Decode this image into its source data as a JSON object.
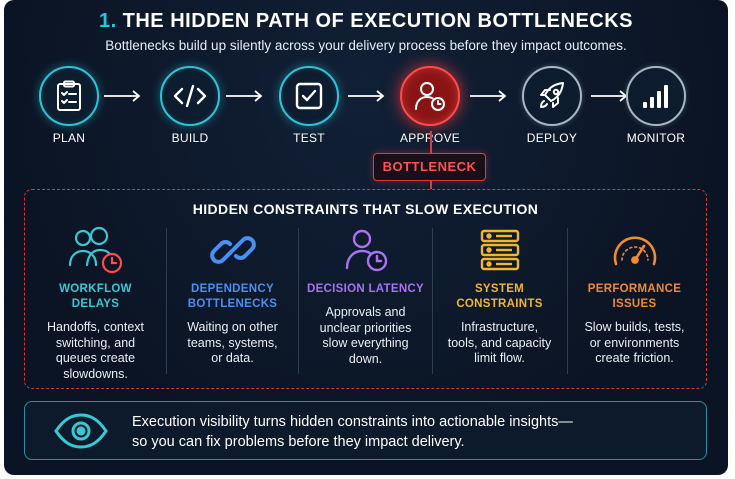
{
  "header": {
    "number": "1.",
    "title": "THE HIDDEN PATH OF EXECUTION BOTTLENECKS",
    "subtitle": "Bottlenecks build up silently across your delivery process before they impact outcomes."
  },
  "pipeline": {
    "steps": [
      {
        "label": "PLAN",
        "icon": "clipboard-checklist-icon"
      },
      {
        "label": "BUILD",
        "icon": "code-brackets-icon"
      },
      {
        "label": "TEST",
        "icon": "checkbox-icon"
      },
      {
        "label": "APPROVE",
        "icon": "person-clock-icon",
        "status": "bottleneck"
      },
      {
        "label": "DEPLOY",
        "icon": "rocket-icon"
      },
      {
        "label": "MONITOR",
        "icon": "bar-chart-icon"
      }
    ],
    "bottleneck_label": "BOTTLENECK"
  },
  "constraints": {
    "title": "HIDDEN CONSTRAINTS THAT SLOW EXECUTION",
    "items": [
      {
        "title_line1": "WORKFLOW",
        "title_line2": "DELAYS",
        "color": "#37c9d3",
        "icon": "team-clock-icon",
        "desc": [
          "Handoffs, context",
          "switching, and",
          "queues create",
          "slowdowns."
        ]
      },
      {
        "title_line1": "DEPENDENCY",
        "title_line2": "BOTTLENECKS",
        "color": "#4a8ff2",
        "icon": "chain-link-icon",
        "desc": [
          "Waiting on other",
          "teams, systems,",
          "or data."
        ]
      },
      {
        "title_line1": "DECISION LATENCY",
        "title_line2": "",
        "color": "#a873f2",
        "icon": "person-clock-icon",
        "desc": [
          "Approvals and",
          "unclear priorities",
          "slow everything",
          "down."
        ]
      },
      {
        "title_line1": "SYSTEM",
        "title_line2": "CONSTRAINTS",
        "color": "#f1b62f",
        "icon": "server-stack-icon",
        "desc": [
          "Infrastructure,",
          "tools, and capacity",
          "limit flow."
        ]
      },
      {
        "title_line1": "PERFORMANCE",
        "title_line2": "ISSUES",
        "color": "#f28a2e",
        "icon": "speedometer-icon",
        "desc": [
          "Slow builds, tests,",
          "or environments",
          "create friction."
        ]
      }
    ]
  },
  "footer": {
    "icon": "eye-icon",
    "line1": "Execution visibility turns hidden constraints into actionable insights—",
    "line2": "so you can fix problems before they impact delivery."
  },
  "colors": {
    "background": "#0c1526",
    "accent_cyan": "#2ec4d6",
    "alert_red": "#e53838"
  }
}
